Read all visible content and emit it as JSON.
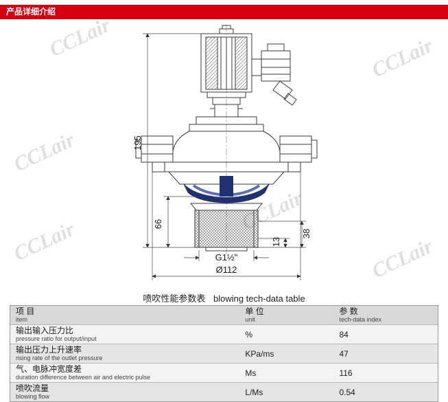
{
  "page": {
    "title": "产品详细介绍"
  },
  "watermark": {
    "text": "CCLair"
  },
  "drawing": {
    "dim_195": "195",
    "dim_66": "66",
    "dim_38": "38",
    "dim_13": "13",
    "thread_label": "G1½\"",
    "diameter_label": "Ø112"
  },
  "caption": {
    "zh": "喷吹性能参数表",
    "en": "blowing tech-data table"
  },
  "table": {
    "headers": {
      "item_zh": "项  目",
      "item_en": "item",
      "unit_zh": "单  位",
      "unit_en": "unit",
      "value_zh": "参  数",
      "value_en": "tech-data index"
    },
    "rows": [
      {
        "zh": "输出输入压力比",
        "en": "pressure ratio for output/input",
        "unit": "%",
        "value": "84"
      },
      {
        "zh": "输出压力上升速率",
        "en": "rising rate of the outlet pressure",
        "unit": "KPa/ms",
        "value": "47"
      },
      {
        "zh": "气、电脉冲宽度差",
        "en": "duration difference between air and electric pulse",
        "unit": "Ms",
        "value": "116"
      },
      {
        "zh": "喷吹流量",
        "en": "blowing flow",
        "unit": "L/Ms",
        "value": "0.54"
      }
    ]
  }
}
